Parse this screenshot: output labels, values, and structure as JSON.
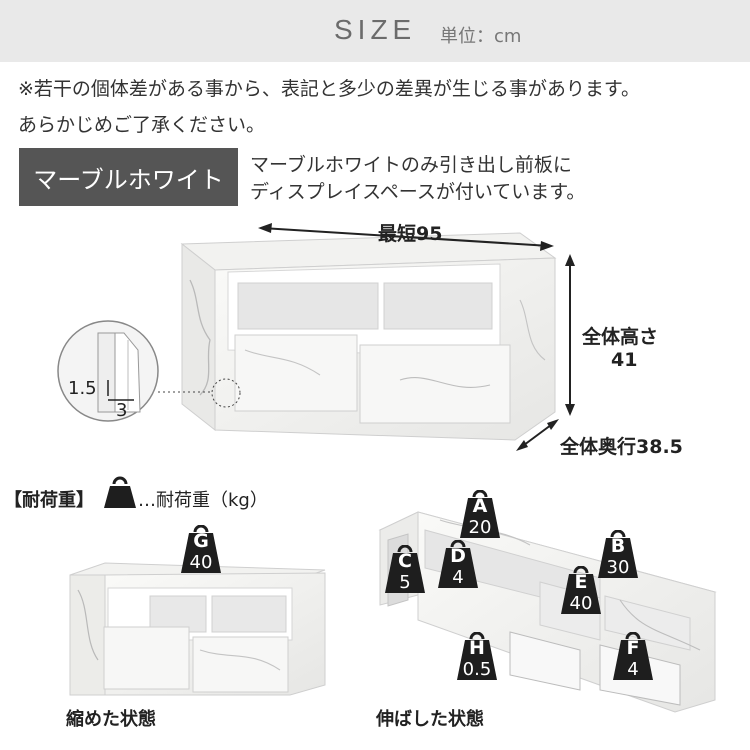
{
  "header": {
    "title": "SIZE",
    "unit": "単位：cm"
  },
  "notes": [
    "※若干の個体差がある事から、表記と多少の差異が生じる事があります。",
    "あらかじめご了承ください。"
  ],
  "color_option": {
    "badge": "マーブルホワイト",
    "description": [
      "マーブルホワイトのみ引き出し前板に",
      "ディスプレイスペースが付いています。"
    ]
  },
  "dimensions": {
    "width": "最短95",
    "height_label": "全体高さ",
    "height_value": "41",
    "depth": "全体奥行38.5",
    "board_thickness": "1.5",
    "board_depth": "3"
  },
  "load_capacity": {
    "heading": "【耐荷重】",
    "legend": "…耐荷重（kg）",
    "legend_icon": "weight-icon",
    "compact_caption": "縮めた状態",
    "extended_caption": "伸ばした状態",
    "tags": [
      {
        "letter": "G",
        "value": "40"
      },
      {
        "letter": "A",
        "value": "20"
      },
      {
        "letter": "B",
        "value": "30"
      },
      {
        "letter": "C",
        "value": "5"
      },
      {
        "letter": "D",
        "value": "4"
      },
      {
        "letter": "E",
        "value": "40"
      },
      {
        "letter": "H",
        "value": "0.5"
      },
      {
        "letter": "F",
        "value": "4"
      }
    ]
  },
  "colors": {
    "header_band": "#e9e9e9",
    "badge": "#555555",
    "weight_tag": "#1e1e1e",
    "marble": "#f3f3f1",
    "marble_vein": "#b9b9b9"
  }
}
